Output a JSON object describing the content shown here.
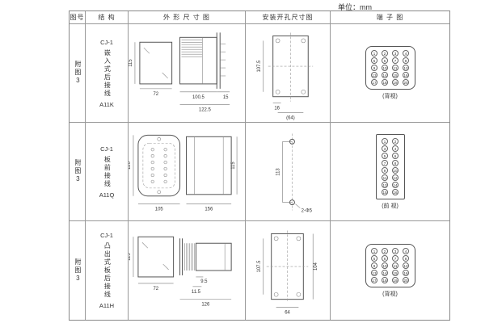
{
  "unit_label": "单位：mm",
  "header": {
    "fig": "图号",
    "structure": "结 构",
    "outline": "外 形 尺 寸 图",
    "install": "安装开孔尺寸图",
    "terminal": "端 子 图"
  },
  "rows": [
    {
      "fig": "附图3",
      "structure": {
        "model": "CJ-1",
        "type": "嵌入式后接线",
        "code": "A11K"
      },
      "outline": {
        "h": "115",
        "w": "72",
        "a": "100.5",
        "b": "122.5",
        "c": "15"
      },
      "install": {
        "h": "107.5",
        "w": "(64)",
        "c": "16"
      },
      "terminal": {
        "view": "(背视)",
        "pins": [
          "1",
          "2",
          "3",
          "4",
          "5",
          "6",
          "7",
          "8",
          "9",
          "10",
          "11",
          "12",
          "13",
          "14",
          "15",
          "16",
          "17",
          "18",
          "19",
          "20"
        ]
      }
    },
    {
      "fig": "附图3",
      "structure": {
        "model": "CJ-1",
        "type": "板前接线",
        "code": "A11Q"
      },
      "outline": {
        "h": "120",
        "w": "105",
        "b": "156",
        "c": "115"
      },
      "install": {
        "h": "113",
        "label": "2-Φ5"
      },
      "terminal": {
        "view": "(前 视)",
        "pins": [
          "1",
          "2",
          "3",
          "4",
          "5",
          "6",
          "7",
          "8",
          "9",
          "10",
          "11",
          "12",
          "13",
          "14",
          "15",
          "16"
        ]
      }
    },
    {
      "fig": "附图3",
      "structure": {
        "model": "CJ-1",
        "type": "凸出式板后接线",
        "code": "A11H"
      },
      "outline": {
        "h": "115",
        "w": "72",
        "a": "9.5",
        "b": "11.5",
        "c": "126"
      },
      "install": {
        "h": "107.5",
        "h2": "104",
        "w": "64"
      },
      "terminal": {
        "view": "(背视)",
        "pins": [
          "1",
          "2",
          "3",
          "4",
          "5",
          "6",
          "7",
          "8",
          "9",
          "10",
          "11",
          "12",
          "13",
          "14",
          "15",
          "16",
          "17",
          "18",
          "19",
          "20"
        ]
      }
    }
  ]
}
